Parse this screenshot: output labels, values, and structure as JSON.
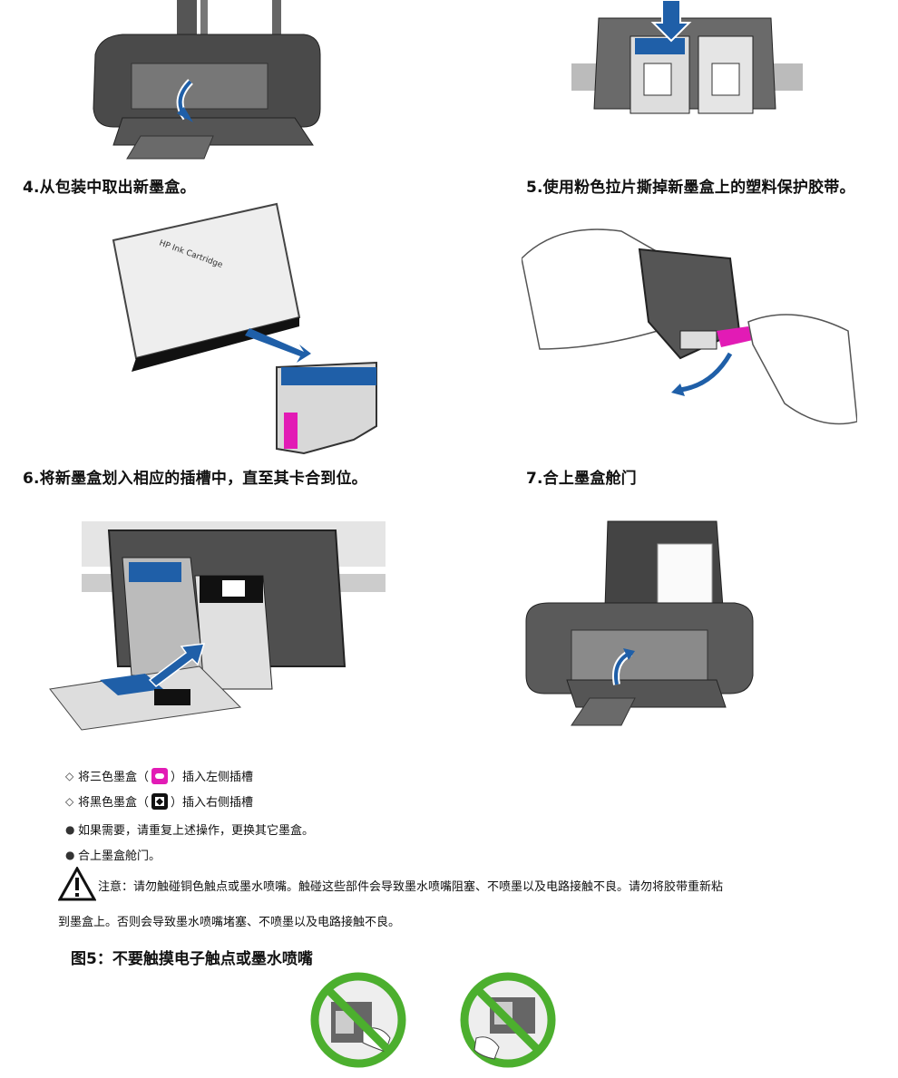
{
  "steps": {
    "s4": "4.从包装中取出新墨盒。",
    "s5": "5.使用粉色拉片撕掉新墨盒上的塑料保护胶带。",
    "s6": "6.将新墨盒划入相应的插槽中，直至其卡合到位。",
    "s7": "7.合上墨盒舱门"
  },
  "bullets": [
    {
      "prefix": "将三色墨盒（",
      "suffix": "）插入左侧插槽",
      "icon": "tricolor-ink-icon"
    },
    {
      "prefix": "将黑色墨盒（",
      "suffix": "）插入右侧插槽",
      "icon": "black-ink-icon"
    },
    {
      "text": "如果需要，请重复上述操作，更换其它墨盒。"
    },
    {
      "text": "合上墨盒舱门。"
    }
  ],
  "warning": {
    "line1": "注意：请勿触碰铜色触点或墨水喷嘴。触碰这些部件会导致墨水喷嘴阻塞、不喷墨以及电路接触不良。请勿将胶带重新粘",
    "line2": "到墨盒上。否则会导致墨水喷嘴堵塞、不喷墨以及电路接触不良。"
  },
  "figure_caption": "图5：不要触摸电子触点或墨水喷嘴",
  "colors": {
    "magenta": "#e21bb5",
    "blue_arrow": "#1f5fa8",
    "no_sign": "#4caf2e"
  }
}
